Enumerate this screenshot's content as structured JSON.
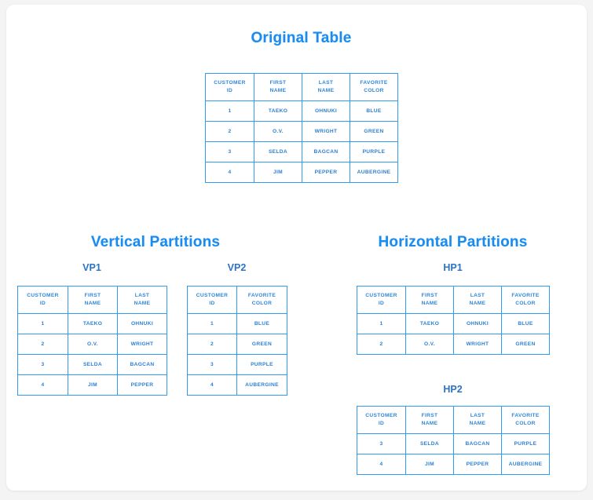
{
  "page": {
    "background": "#f4f4f5",
    "card_background": "#ffffff",
    "accent_color": "#1a8cf0",
    "border_color": "#2f9bf5",
    "text_color": "#2b7fd4"
  },
  "sections": {
    "original": {
      "title": "Original Table"
    },
    "vertical": {
      "title": "Vertical Partitions"
    },
    "horizontal": {
      "title": "Horizontal Partitions"
    }
  },
  "tables": {
    "original": {
      "label": "",
      "headers": [
        [
          "CUSTOMER",
          "ID"
        ],
        [
          "FIRST",
          "NAME"
        ],
        [
          "LAST",
          "NAME"
        ],
        [
          "FAVORITE",
          "COLOR"
        ]
      ],
      "rows": [
        [
          "1",
          "TAEKO",
          "OHNUKI",
          "BLUE"
        ],
        [
          "2",
          "O.V.",
          "WRIGHT",
          "GREEN"
        ],
        [
          "3",
          "SELDA",
          "BAGCAN",
          "PURPLE"
        ],
        [
          "4",
          "JIM",
          "PEPPER",
          "AUBERGINE"
        ]
      ]
    },
    "vp1": {
      "label": "VP1",
      "headers": [
        [
          "CUSTOMER",
          "ID"
        ],
        [
          "FIRST",
          "NAME"
        ],
        [
          "LAST",
          "NAME"
        ]
      ],
      "rows": [
        [
          "1",
          "TAEKO",
          "OHNUKI"
        ],
        [
          "2",
          "O.V.",
          "WRIGHT"
        ],
        [
          "3",
          "SELDA",
          "BAGCAN"
        ],
        [
          "4",
          "JIM",
          "PEPPER"
        ]
      ]
    },
    "vp2": {
      "label": "VP2",
      "headers": [
        [
          "CUSTOMER",
          "ID"
        ],
        [
          "FAVORITE",
          "COLOR"
        ]
      ],
      "rows": [
        [
          "1",
          "BLUE"
        ],
        [
          "2",
          "GREEN"
        ],
        [
          "3",
          "PURPLE"
        ],
        [
          "4",
          "AUBERGINE"
        ]
      ]
    },
    "hp1": {
      "label": "HP1",
      "headers": [
        [
          "CUSTOMER",
          "ID"
        ],
        [
          "FIRST",
          "NAME"
        ],
        [
          "LAST",
          "NAME"
        ],
        [
          "FAVORITE",
          "COLOR"
        ]
      ],
      "rows": [
        [
          "1",
          "TAEKO",
          "OHNUKI",
          "BLUE"
        ],
        [
          "2",
          "O.V.",
          "WRIGHT",
          "GREEN"
        ]
      ]
    },
    "hp2": {
      "label": "HP2",
      "headers": [
        [
          "CUSTOMER",
          "ID"
        ],
        [
          "FIRST",
          "NAME"
        ],
        [
          "LAST",
          "NAME"
        ],
        [
          "FAVORITE",
          "COLOR"
        ]
      ],
      "rows": [
        [
          "3",
          "SELDA",
          "BAGCAN",
          "PURPLE"
        ],
        [
          "4",
          "JIM",
          "PEPPER",
          "AUBERGINE"
        ]
      ]
    }
  }
}
